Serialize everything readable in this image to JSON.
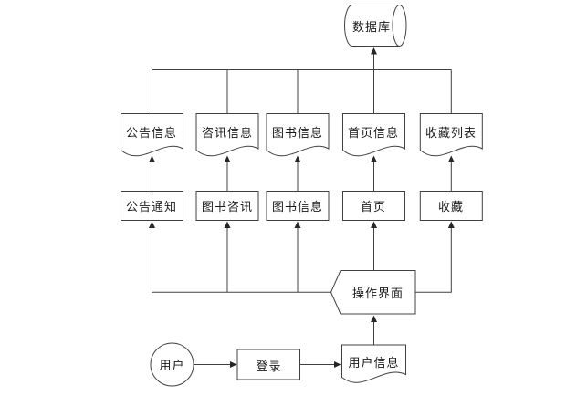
{
  "nodes": {
    "database": "数据库",
    "documents": [
      "公告信息",
      "咨讯信息",
      "图书信息",
      "首页信息",
      "收藏列表"
    ],
    "modules": [
      "公告通知",
      "图书咨讯",
      "图书信息",
      "首页",
      "收藏"
    ],
    "interface": "操作界面",
    "user": "用户",
    "login": "登录",
    "user_info": "用户信息"
  },
  "colors": {
    "stroke": "#404040",
    "text": "#1a1a1a",
    "background": "#ffffff"
  }
}
